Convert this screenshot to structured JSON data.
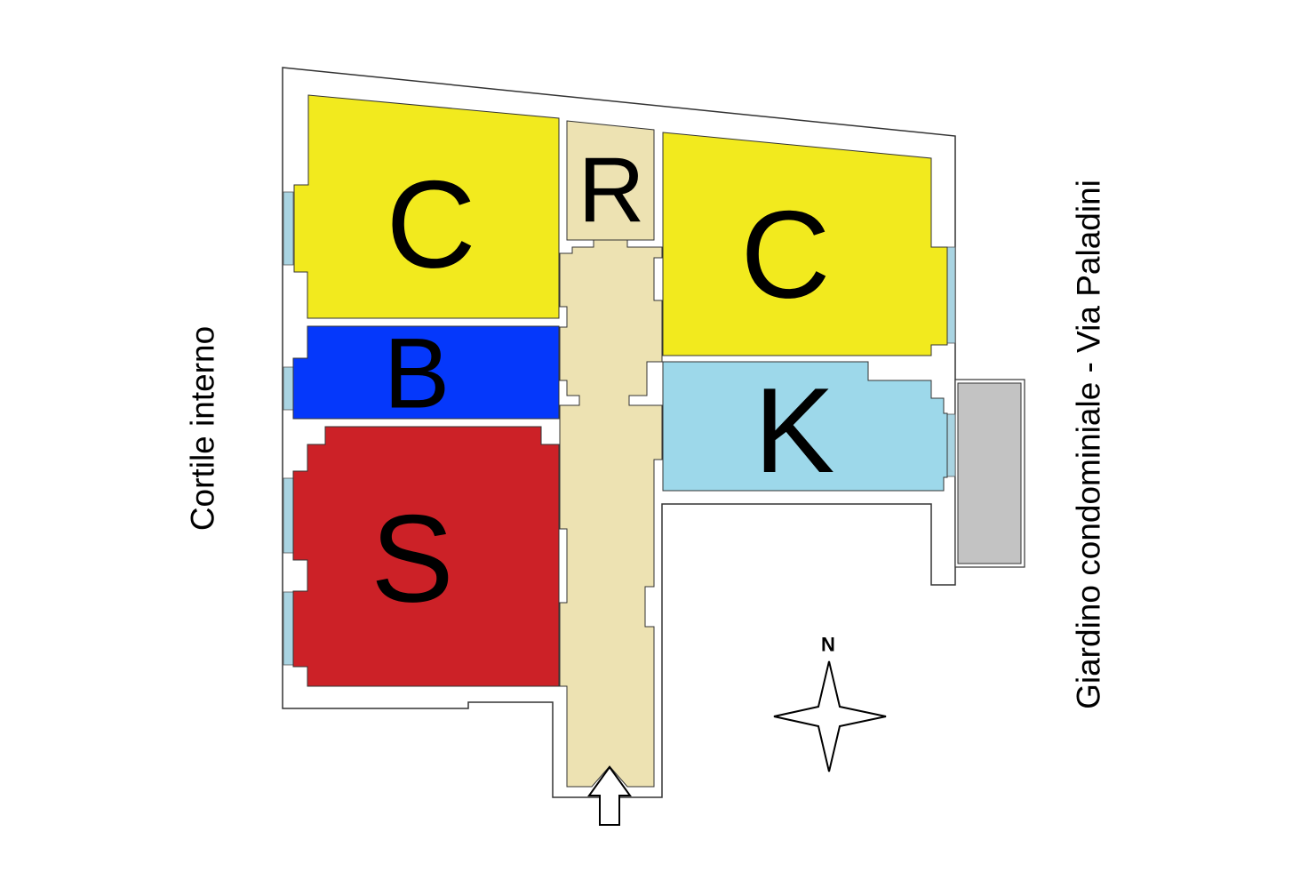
{
  "rooms": [
    {
      "id": "bedroom-left",
      "label": "C",
      "color": "#f2ea1e"
    },
    {
      "id": "storage",
      "label": "R",
      "color": "#ede2b2"
    },
    {
      "id": "bedroom-right",
      "label": "C",
      "color": "#f2ea1e"
    },
    {
      "id": "bathroom",
      "label": "B",
      "color": "#0538fb"
    },
    {
      "id": "kitchen",
      "label": "K",
      "color": "#9dd8ea"
    },
    {
      "id": "living",
      "label": "S",
      "color": "#cc2127"
    }
  ],
  "corridor_color": "#ede2b2",
  "balcony_color": "#c3c3c3",
  "window_color": "#a9d4e2",
  "side_labels": {
    "left": "Cortile interno",
    "right": "Giardino condominiale - Via Paladini"
  },
  "compass": {
    "north_label": "N"
  },
  "entrance": {
    "icon": "arrow-up-icon"
  }
}
